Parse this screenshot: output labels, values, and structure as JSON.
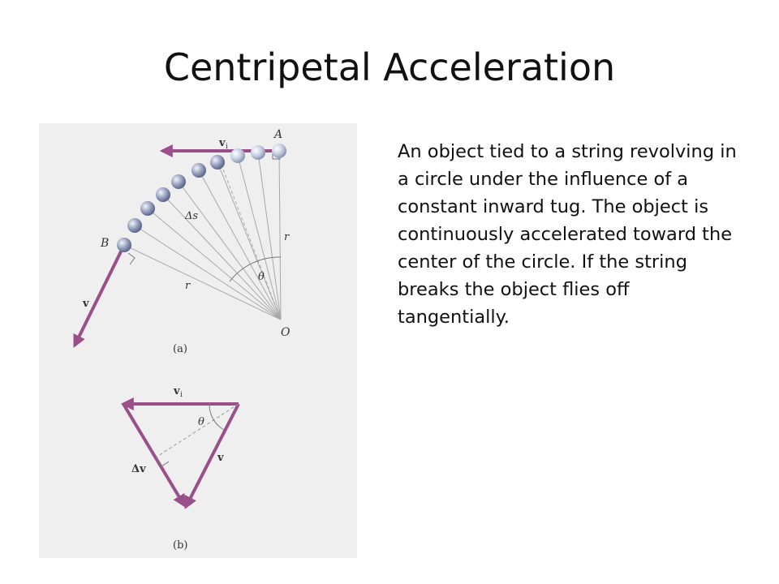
{
  "slide": {
    "title": "Centripetal Acceleration",
    "body": "An object tied to a string revolving in a circle under the influence of a constant inward tug.  The object is continuously accelerated toward the center of the circle.  If the string breaks the object flies off tangentially."
  },
  "figure": {
    "diagram_a": {
      "label_A": "A",
      "label_B": "B",
      "label_O": "O",
      "label_r_right": "r",
      "label_r_left": "r",
      "label_theta": "θ",
      "label_delta_s": "Δs",
      "label_vi": "v",
      "label_vi_sub": "i",
      "label_v": "v",
      "caption": "(a)"
    },
    "diagram_b": {
      "label_vi": "v",
      "label_vi_sub": "i",
      "label_v": "v",
      "label_delta_v": "Δv",
      "label_theta": "θ",
      "caption": "(b)"
    }
  },
  "colors": {
    "vector": "#9b4f8a",
    "ball": "#8e98b8",
    "line": "#9a9a9a",
    "figure_bg": "#efefef"
  }
}
